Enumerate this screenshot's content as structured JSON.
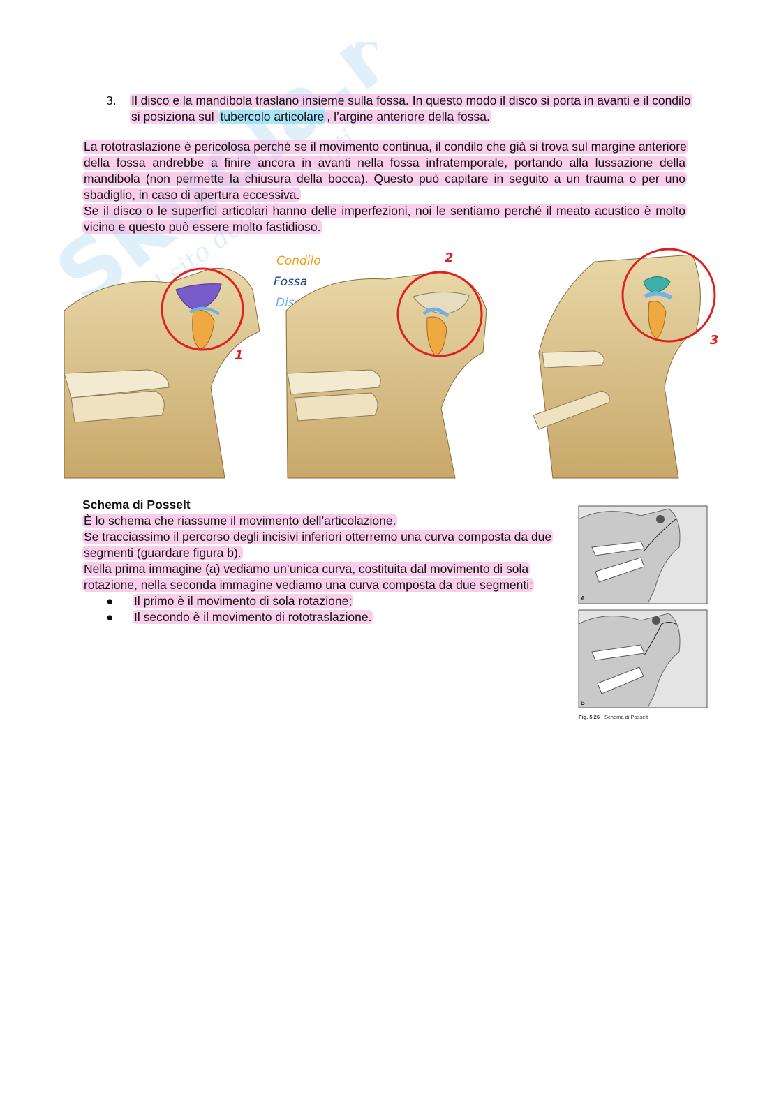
{
  "watermark": {
    "text": "Skuola.net",
    "subtext": "il sito degli studenti"
  },
  "step3": {
    "number": "3.",
    "text_a": "Il disco e la mandibola traslano insieme sulla fossa. In questo modo il disco si porta in avanti e il condilo si posiziona sul ",
    "highlight_term": "tubercolo articolare",
    "text_b": ", l’argine anteriore della fossa."
  },
  "paragraph": {
    "p1": "La rototraslazione è pericolosa perché se il movimento continua, il condilo che già si trova sul margine anteriore della fossa andrebbe a finire ancora in avanti nella fossa infratemporale, portando alla lussazione della mandibola (non permette la chiusura della bocca). Questo può capitare in seguito a un trauma o per uno sbadiglio, in caso di apertura eccessiva.",
    "p2": "Se il disco o le superfici articolari hanno delle imperfezioni, noi le sentiamo perché il meato acustico è molto vicino e questo può essere molto fastidioso."
  },
  "figure_skulls": {
    "legend": [
      {
        "label": "Condilo",
        "color": "#f0a020"
      },
      {
        "label": "Fossa",
        "color": "#1f3f8a"
      },
      {
        "label": "Disco",
        "color": "#6fb2e8"
      }
    ],
    "panel_labels": [
      "1",
      "2",
      "3"
    ],
    "circle_color": "#e02020"
  },
  "posselt": {
    "title": "Schema di Posselt",
    "line1": "È lo schema che riassume il movimento dell’articolazione.",
    "line2": "Se tracciassimo il percorso degli incisivi inferiori otterremo una curva composta da due segmenti (guardare figura b).",
    "line3": "Nella prima immagine (a) vediamo un’unica curva, costituita dal movimento di sola rotazione, nella seconda immagine vediamo una curva composta da due segmenti:",
    "bullets": [
      "Il primo è il movimento di sola rotazione;",
      "Il secondo è il movimento di rototraslazione."
    ]
  },
  "figure_posselt": {
    "label_a": "A",
    "label_b": "B",
    "caption_num": "Fig. 5.26",
    "caption_text": "Schema di Posselt"
  }
}
